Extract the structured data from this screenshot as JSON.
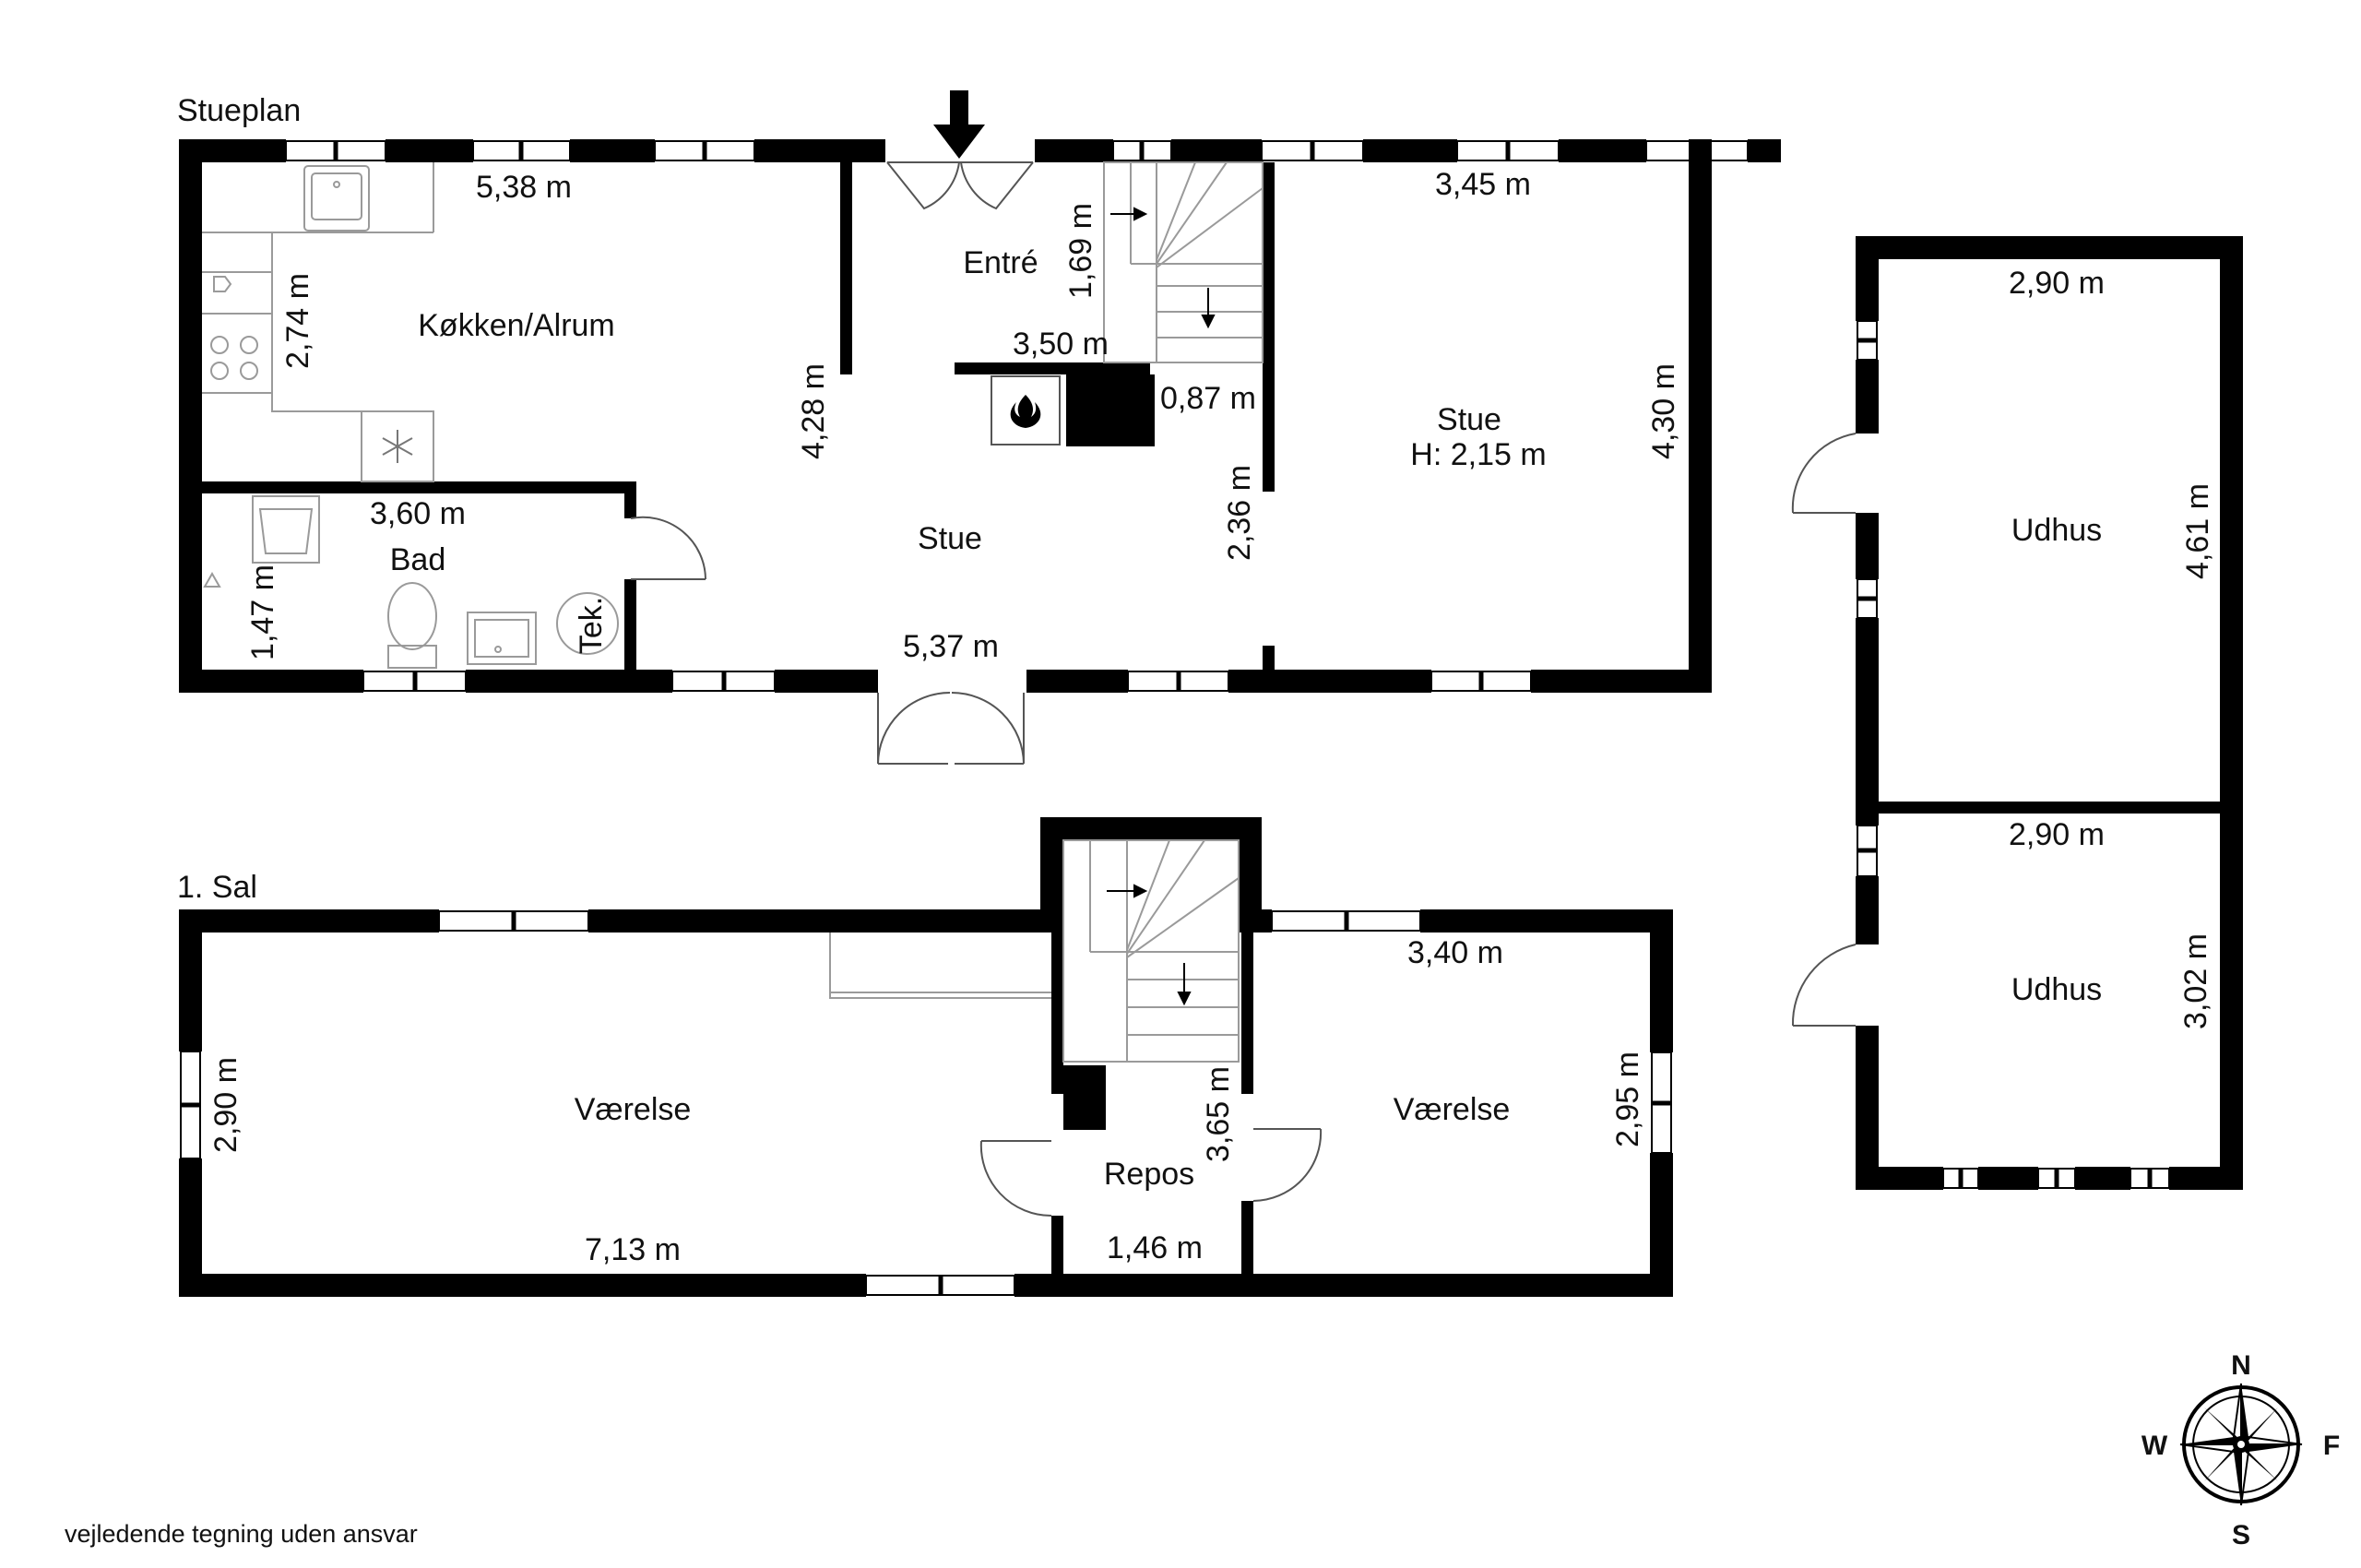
{
  "floors": {
    "ground": "Stueplan",
    "first": "1. Sal"
  },
  "rooms": {
    "kitchen": "Køkken/Alrum",
    "entre": "Entré",
    "living_west": "Stue",
    "living_east": "Stue",
    "living_east_height": "H: 2,15 m",
    "bath": "Bad",
    "tech": "Tek.",
    "shed_north": "Udhus",
    "shed_south": "Udhus",
    "bedroom_west": "Værelse",
    "bedroom_east": "Værelse",
    "landing": "Repos"
  },
  "dimensions": {
    "kitchen_width": "5,38 m",
    "kitchen_depth": "2,74 m",
    "entre_depth": "1,69 m",
    "entre_width": "3,50 m",
    "living_depth": "4,28 m",
    "chimney_gap": "0,87 m",
    "stair_gap": "2,36 m",
    "east_living_width": "3,45 m",
    "east_living_depth": "4,30 m",
    "bath_width": "3,60 m",
    "bath_depth": "1,47 m",
    "living_width": "5,37 m",
    "shed_n_width": "2,90 m",
    "shed_n_depth": "4,61 m",
    "shed_s_width": "2,90 m",
    "shed_s_depth": "3,02 m",
    "bedroom_w_depth": "2,90 m",
    "bedroom_w_width": "7,13 m",
    "landing_depth": "3,65 m",
    "landing_width": "1,46 m",
    "bedroom_e_width": "3,40 m",
    "bedroom_e_depth": "2,95 m"
  },
  "compass": {
    "north": "N",
    "east": "F",
    "south": "S",
    "west": "W"
  },
  "disclaimer": "vejledende tegning uden ansvar",
  "colors": {
    "wall": "#000000",
    "fixture": "#9a9a9a",
    "background": "#ffffff"
  }
}
